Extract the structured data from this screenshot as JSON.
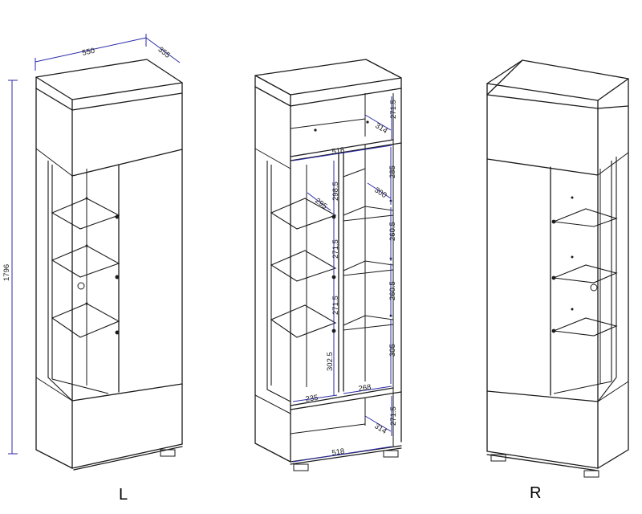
{
  "cabinet_left": {
    "caption": "L",
    "dimensions": {
      "width": "550",
      "depth": "355",
      "height": "1796"
    }
  },
  "cabinet_middle": {
    "dimensions": {
      "top_width": "518",
      "top_depth": "314",
      "top_height": "271.5",
      "shelf_depth_left": "295",
      "shelf_depth_right": "300",
      "right_spacing_1": "285",
      "right_spacing_2": "260.5",
      "right_spacing_3": "260.5",
      "right_spacing_4": "305",
      "left_spacing_1": "298.5",
      "left_spacing_2": "271.5",
      "left_spacing_3": "271.5",
      "left_spacing_4": "302.5",
      "compartment_left_width": "235",
      "compartment_right_width": "268",
      "bottom_height": "271.5",
      "bottom_depth": "314",
      "bottom_width": "518"
    }
  },
  "cabinet_right": {
    "caption": "R"
  }
}
